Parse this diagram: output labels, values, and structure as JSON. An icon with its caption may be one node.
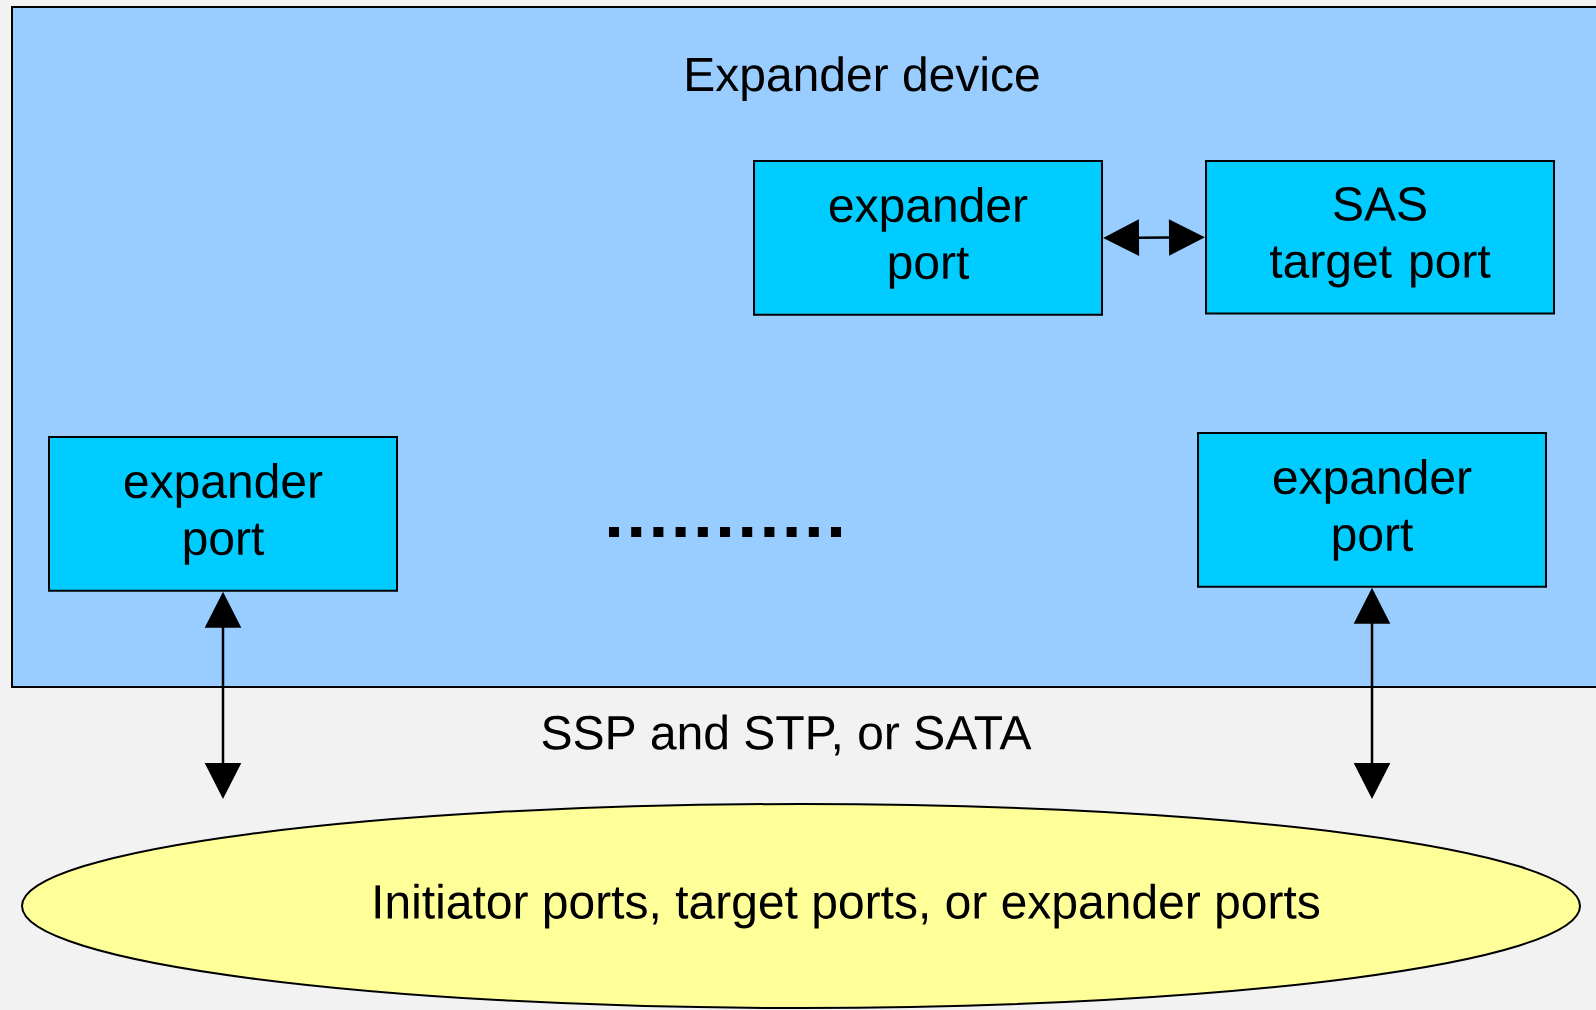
{
  "diagram": {
    "nodes": [
      {
        "text": [
          "Expander device"
        ]
      },
      {
        "text": [
          "expander port"
        ],
        "in": 0
      },
      {
        "text": [
          "SAS target port"
        ],
        "in": 0
      },
      {
        "text": [
          "expander port"
        ],
        "in": 0
      },
      {
        "text": [
          "expander port"
        ],
        "in": 0
      },
      {
        "text": [
          "Initiator ports, target ports, or expander ports"
        ]
      }
    ],
    "edges": [
      {
        "from": 1,
        "to": 2,
        "arrow": "both"
      },
      {
        "from": 3,
        "to": 5,
        "arrow": "both"
      },
      {
        "from": 4,
        "to": 5,
        "arrow": "both"
      }
    ],
    "labels": [
      "SSP and STP, or SATA"
    ]
  }
}
